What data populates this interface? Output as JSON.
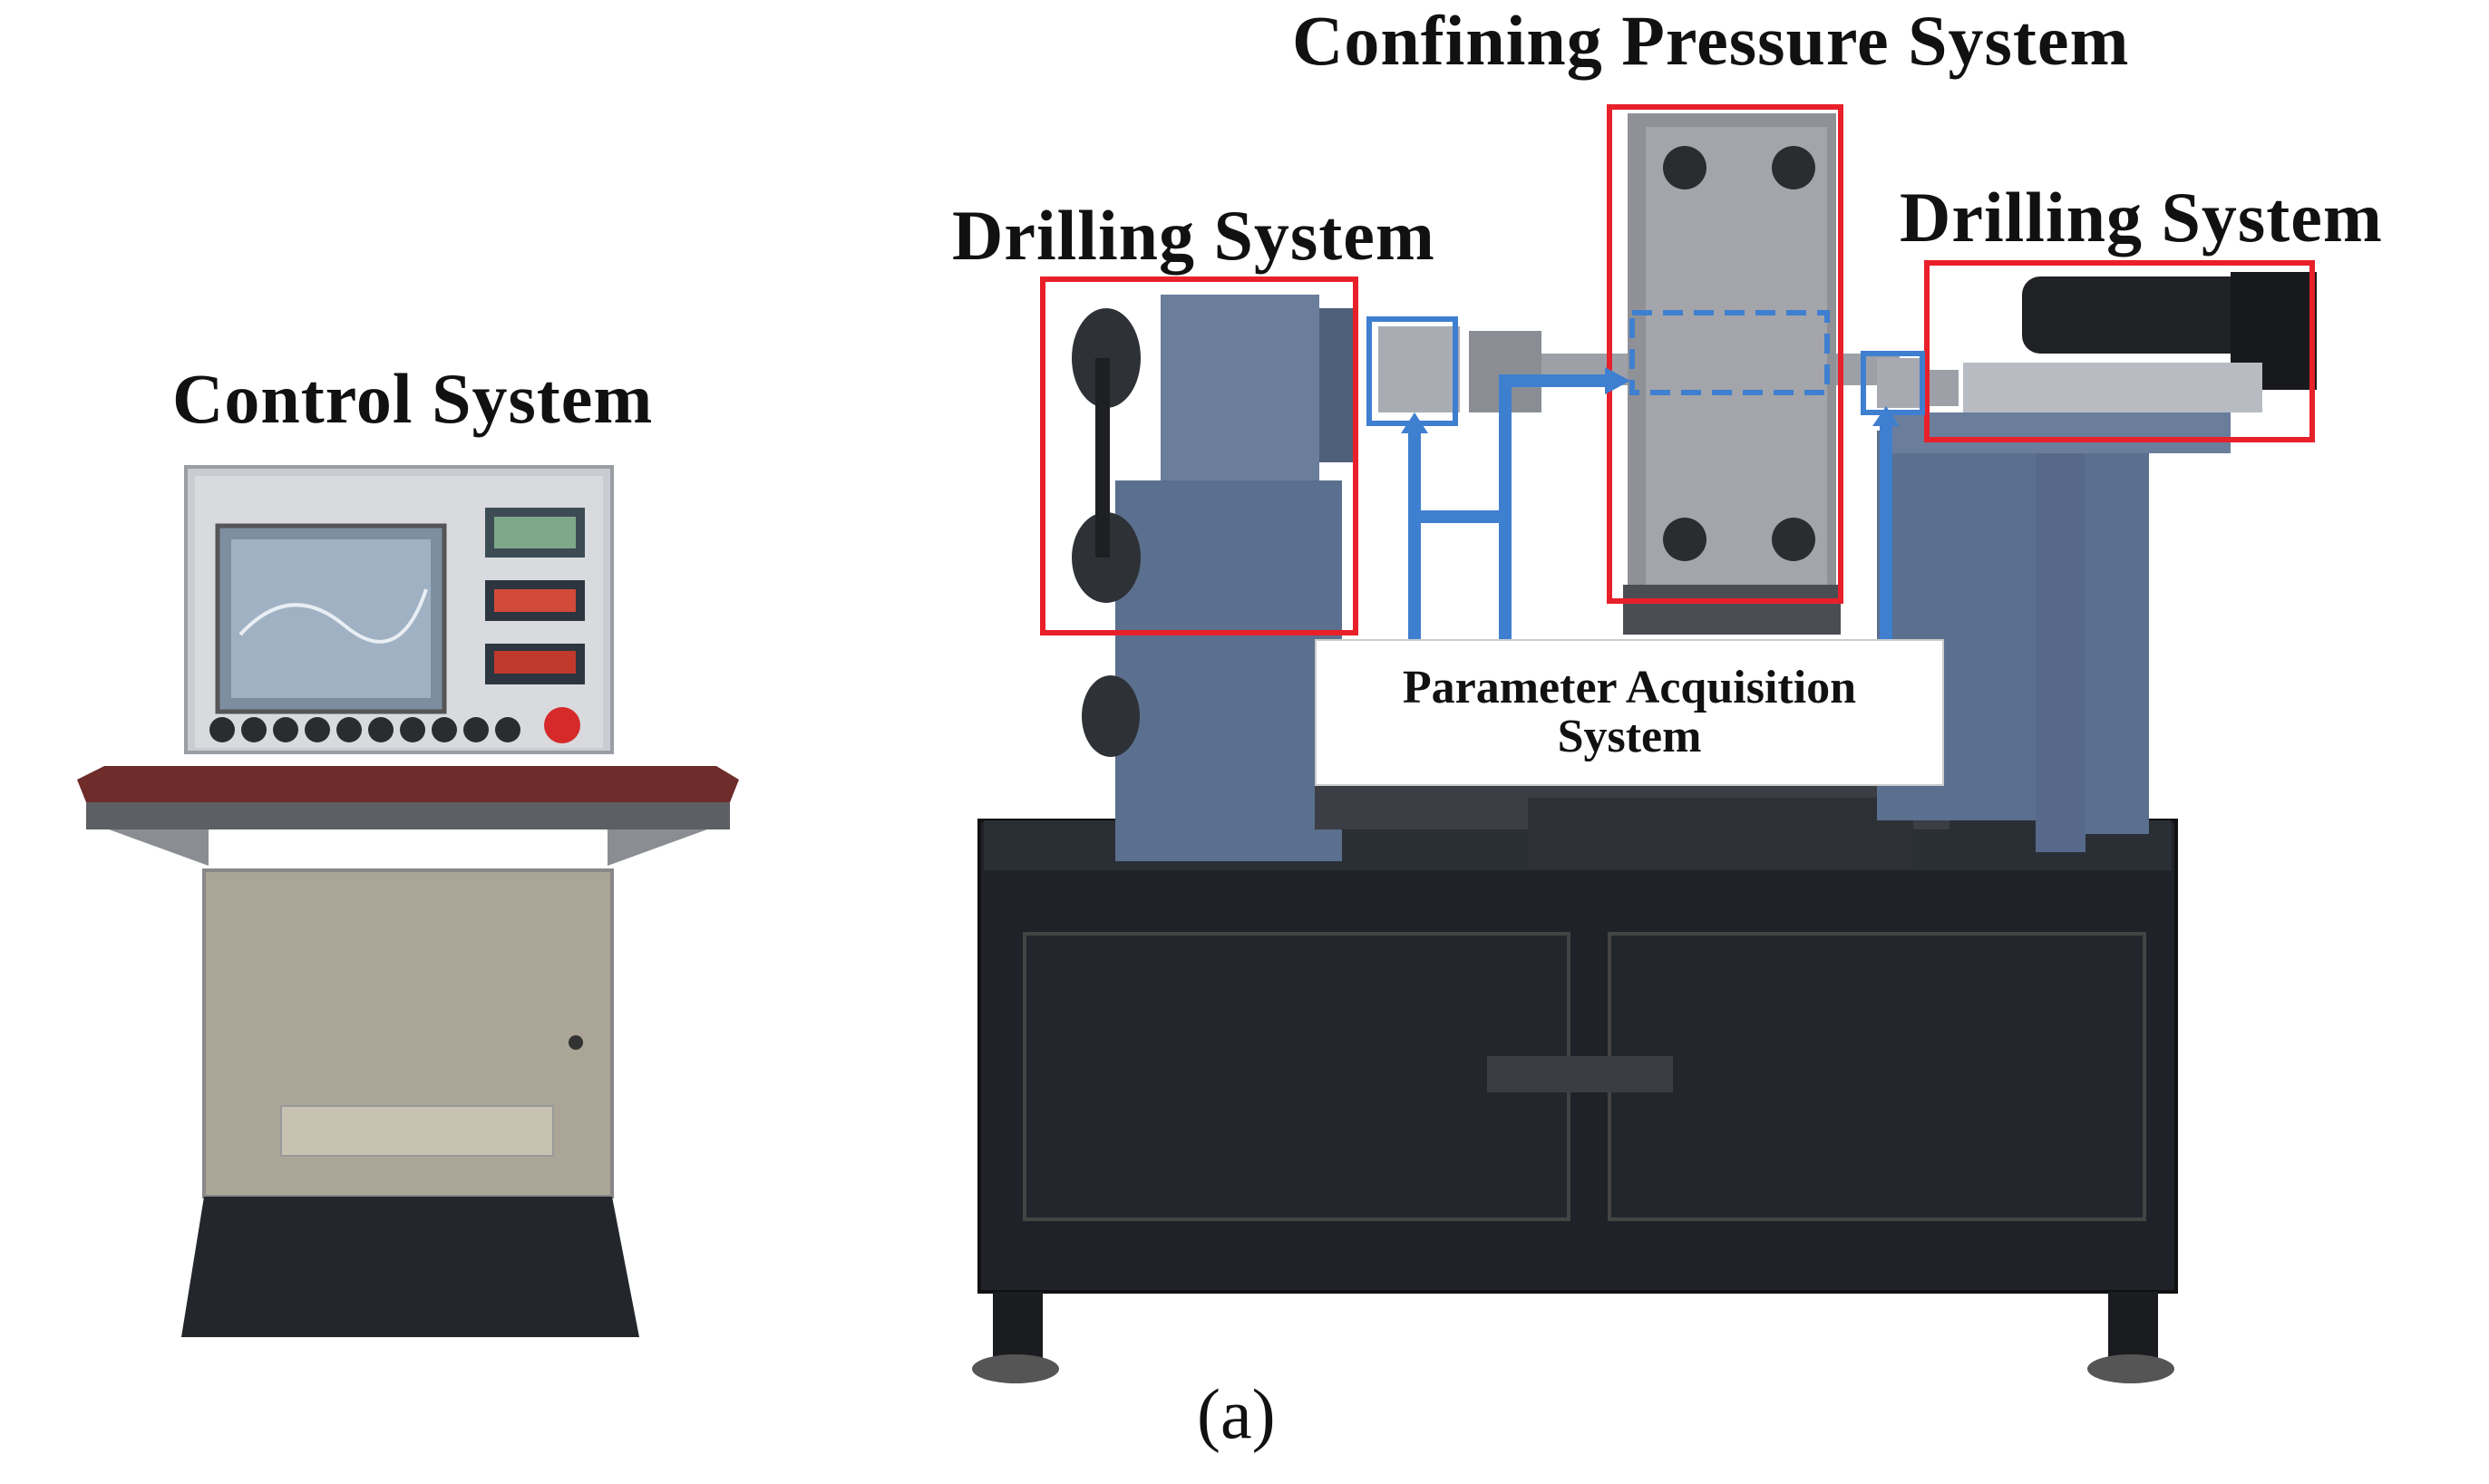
{
  "labels": {
    "control_system": "Control System",
    "drilling_system_left": "Drilling System",
    "confining_pressure_system": "Confining Pressure System",
    "drilling_system_right": "Drilling System",
    "parameter_acquisition_line1": "Parameter Acquisition",
    "parameter_acquisition_line2": "System",
    "subfigure": "(a)"
  },
  "colors": {
    "highlight_box": "#e8202a",
    "flow_arrow": "#3f7fd0",
    "machine_frame": "#5b6f8e",
    "cabinet_base": "#1f2228",
    "console_top": "#6e2d2a"
  }
}
